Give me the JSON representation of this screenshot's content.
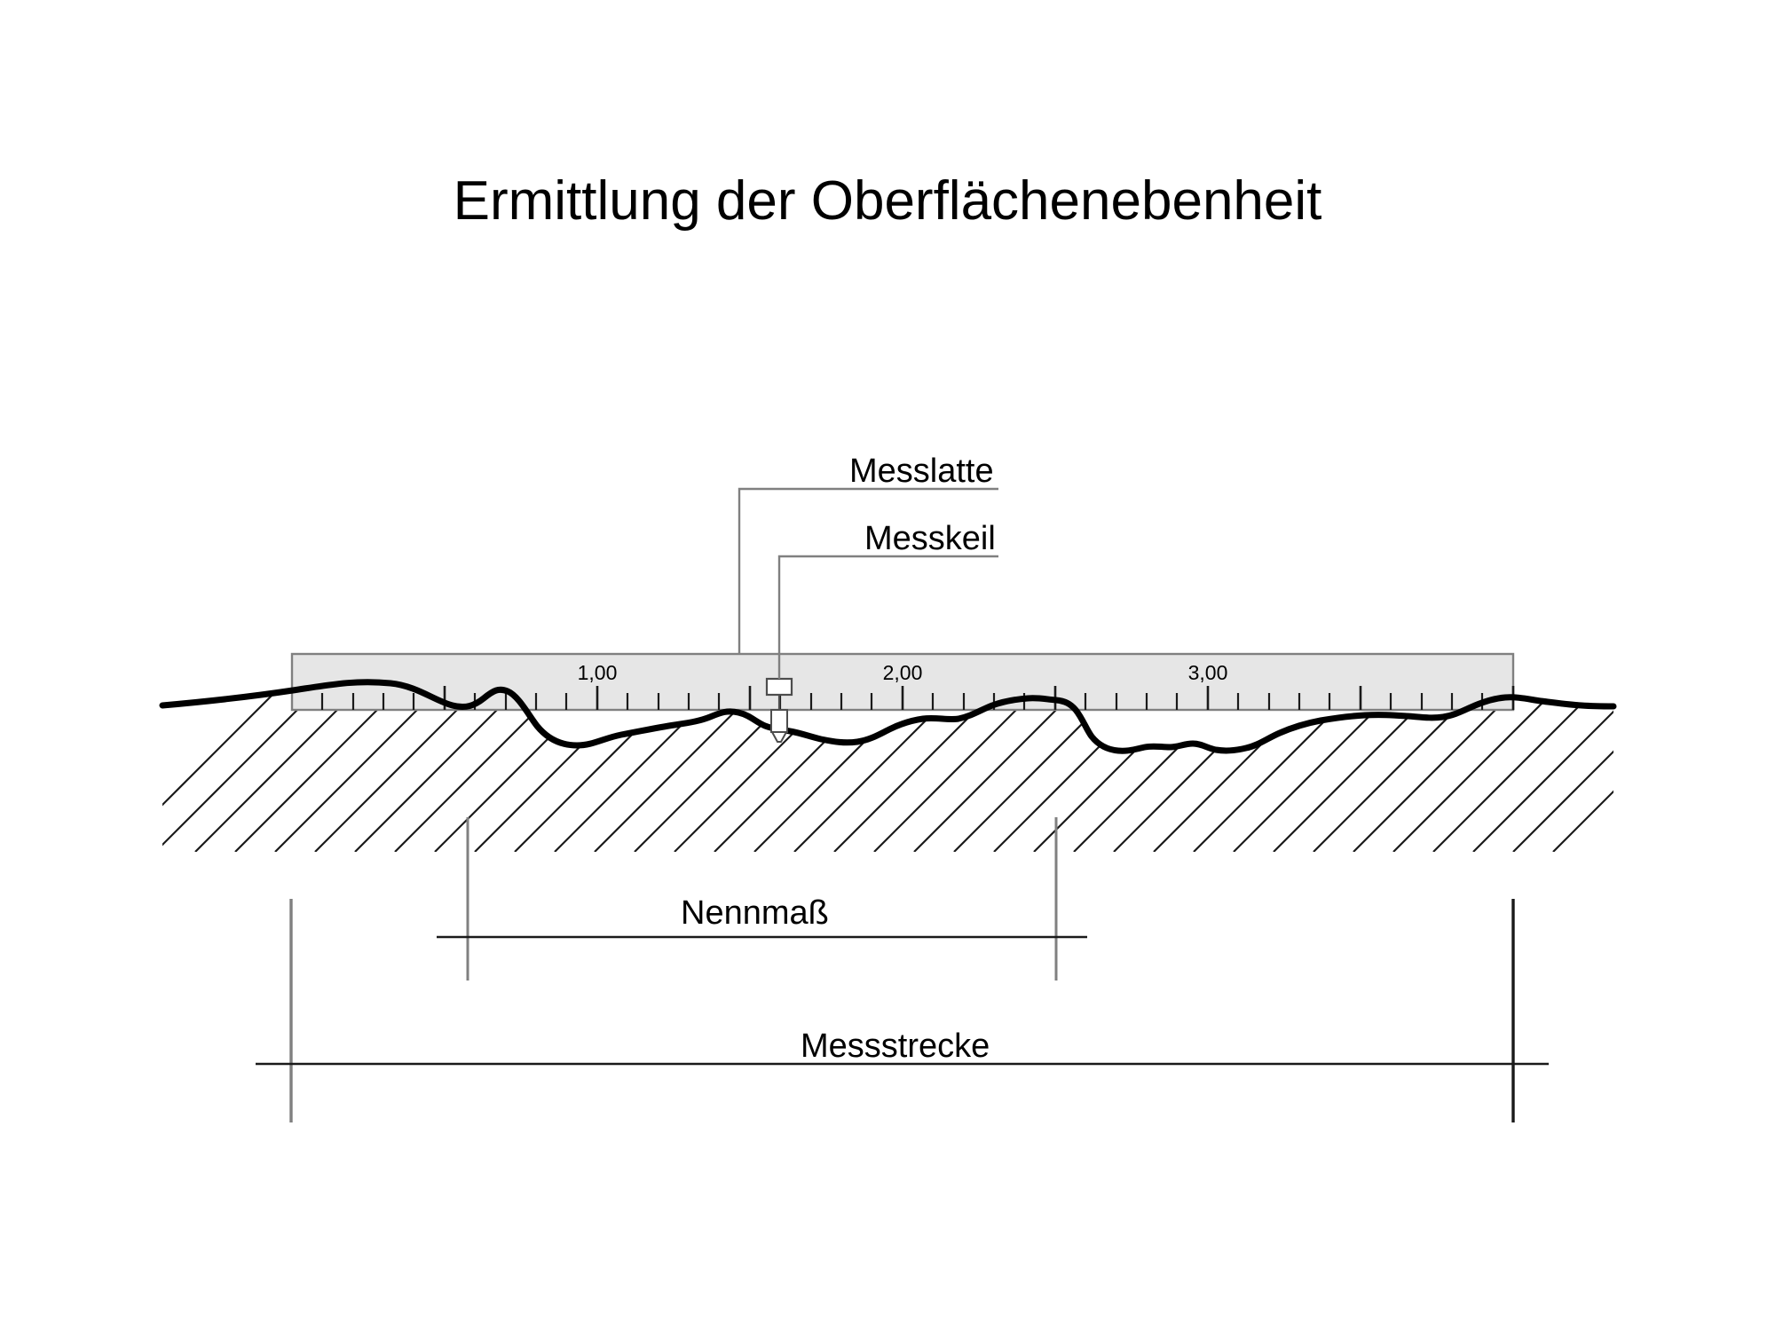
{
  "title": "Ermittlung der Oberflächenebenheit",
  "labels": {
    "messlatte": "Messlatte",
    "messkeil": "Messkeil",
    "nennmass": "Nennmaß",
    "messstrecke": "Messstrecke"
  },
  "ruler": {
    "tick_labels": [
      "1,00",
      "2,00",
      "3,00"
    ],
    "tick_label_positions_m": [
      1.0,
      2.0,
      3.0
    ],
    "length_m": 4.0,
    "minor_tick_step_m": 0.1,
    "major_tick_step_m": 0.5,
    "fill_color": "#e6e6e6",
    "border_color": "#808080"
  },
  "colors": {
    "background": "#ffffff",
    "ink": "#000000",
    "leader_line": "#808080",
    "dimension_line": "#1a1a1a",
    "hatch": "#1a1a1a",
    "surface_profile": "#000000"
  },
  "chart_data": {
    "type": "line",
    "title": "Ermittlung der Oberflächenebenheit",
    "xlabel": "",
    "ylabel": "",
    "description": "Schematischer Querschnitt einer unebenen Oberfläche mit aufgelegter Messlatte und eingestecktem Messkeil.",
    "annotations": [
      "Messlatte",
      "Messkeil",
      "Nennmaß",
      "Messstrecke"
    ],
    "axis_ticks": [
      "1,00",
      "2,00",
      "3,00"
    ]
  }
}
